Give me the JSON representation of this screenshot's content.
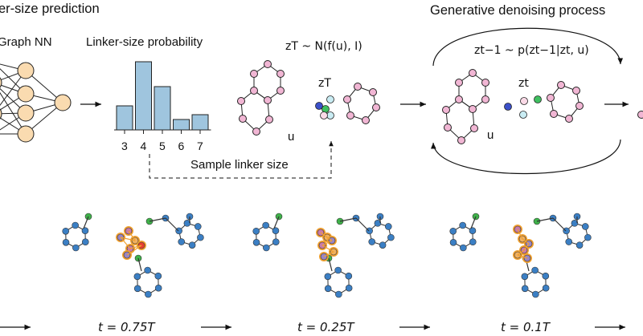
{
  "section_titles": {
    "left": "er-size prediction",
    "right": "Generative denoising process"
  },
  "labels": {
    "graph_nn": "Graph NN",
    "probability": "Linker-size probability",
    "sample": "Sample linker size",
    "u_left": "u",
    "u_right": "u",
    "zt_left": "zT",
    "zt_right": "zt"
  },
  "formulas": {
    "prior": "zT ~ N(f(u), I)",
    "denoise": "zt−1 ~ p(zt−1|zt, u)"
  },
  "timesteps": [
    "t = 0.75T",
    "t = 0.25T",
    "t = 0.1T"
  ],
  "chart_data": {
    "type": "bar",
    "categories": [
      "3",
      "4",
      "5",
      "6",
      "7"
    ],
    "values": [
      0.3,
      0.85,
      0.54,
      0.13,
      0.19
    ],
    "title": "Linker-size probability",
    "xlabel": "",
    "ylabel": "",
    "bar_color": "#9fc5de"
  },
  "colors": {
    "node_pink": "#f1b6d4",
    "node_orange": "#fadbb0",
    "atom_blue": "#3b7fc4",
    "atom_green": "#3fb24a",
    "atom_orange": "#f0a030",
    "dot_blue": "#3b50c9",
    "dot_light": "#c9ecf3",
    "dot_green": "#3fbf60",
    "dot_pink": "#fad9e6"
  }
}
